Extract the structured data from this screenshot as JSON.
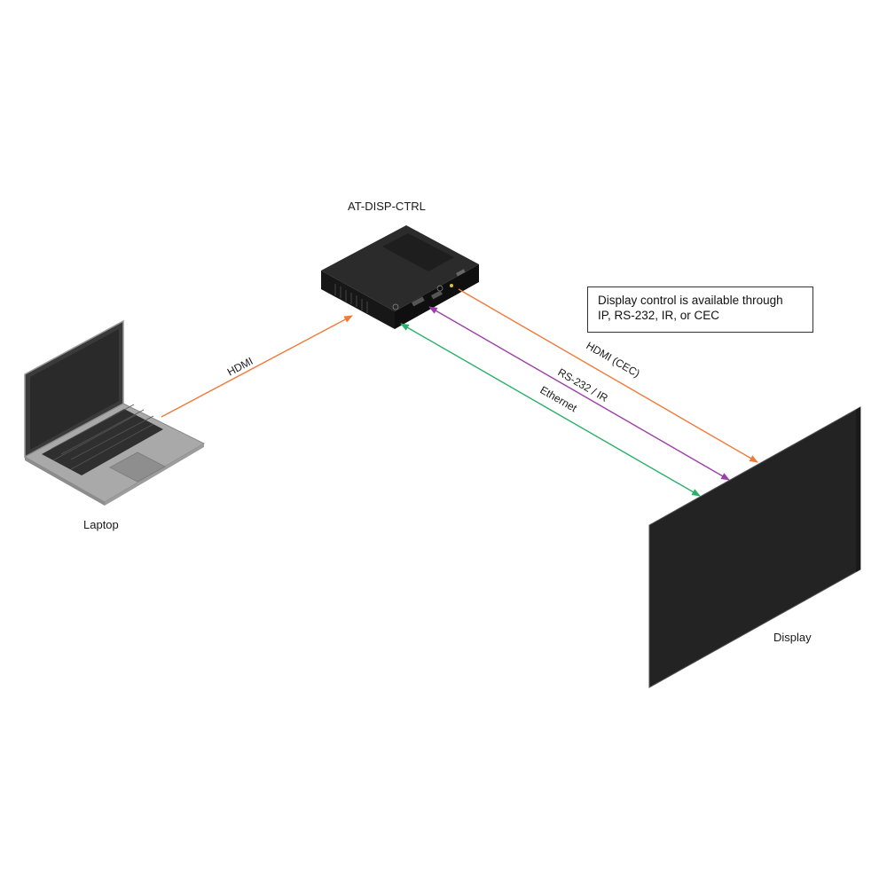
{
  "devices": {
    "controller": {
      "label": "AT-DISP-CTRL"
    },
    "laptop": {
      "label": "Laptop"
    },
    "display": {
      "label": "Display"
    }
  },
  "cables": {
    "hdmi_in": {
      "label": "HDMI",
      "color": "#f07a3a"
    },
    "hdmi_cec": {
      "label": "HDMI (CEC)",
      "color": "#f07a3a"
    },
    "rs232_ir": {
      "label": "RS-232 / IR",
      "color": "#9b3fa8"
    },
    "ethernet": {
      "label": "Ethernet",
      "color": "#2bb06a"
    }
  },
  "note": {
    "line1": "Display control is available through",
    "line2": "IP, RS-232, IR, or CEC"
  },
  "icons": [
    "laptop-icon",
    "controller-box-icon",
    "display-icon"
  ]
}
